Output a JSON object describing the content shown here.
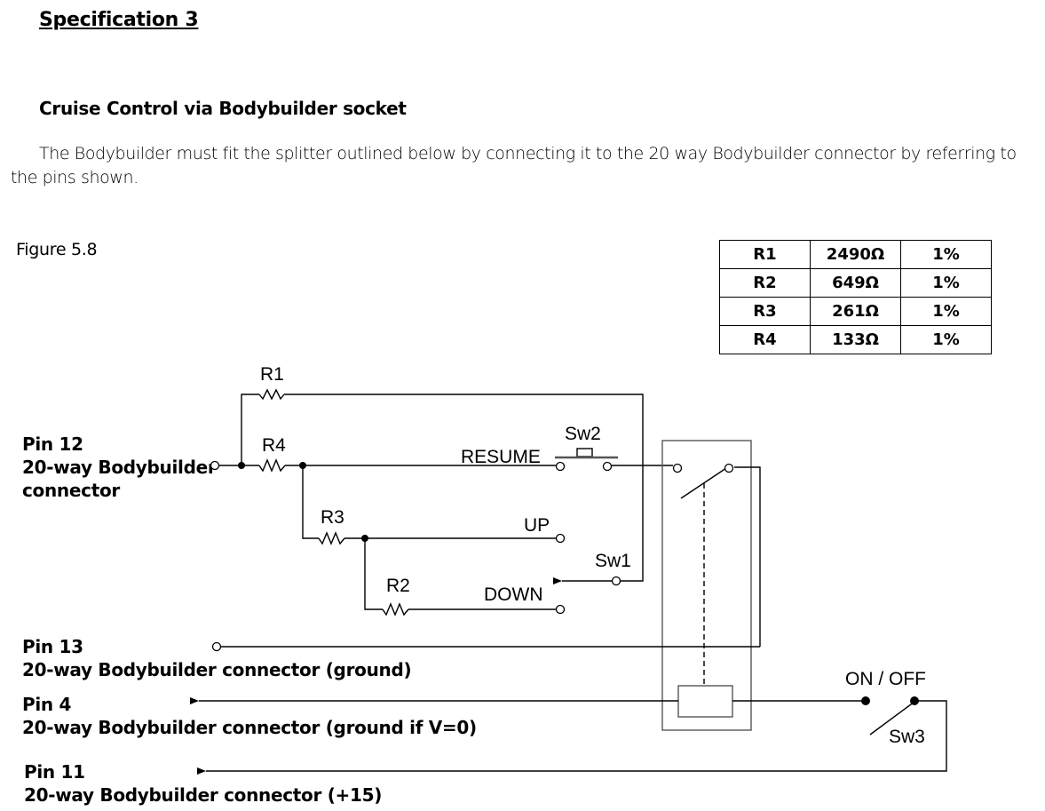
{
  "document": {
    "spec_title": "Specification 3",
    "section_title": "Cruise Control via Bodybuilder socket",
    "paragraph": "The Bodybuilder must fit the splitter outlined below by connecting it to the 20 way Bodybuilder connector by referring to the pins shown.",
    "figure_label": "Figure 5.8"
  },
  "resistor_table": {
    "rows": [
      {
        "name": "R1",
        "value": "2490Ω",
        "tolerance": "1%"
      },
      {
        "name": "R2",
        "value": "649Ω",
        "tolerance": "1%"
      },
      {
        "name": "R3",
        "value": "261Ω",
        "tolerance": "1%"
      },
      {
        "name": "R4",
        "value": "133Ω",
        "tolerance": "1%"
      }
    ]
  },
  "pins": {
    "pin12": {
      "title": "Pin 12",
      "line1": "20-way Bodybuilder",
      "line2": "connector"
    },
    "pin13": {
      "title": "Pin 13",
      "desc": "20-way Bodybuilder connector (ground)"
    },
    "pin4": {
      "title": "Pin 4",
      "desc": "20-way Bodybuilder connector (ground if V=0)"
    },
    "pin11": {
      "title": "Pin 11",
      "desc": "20-way Bodybuilder connector (+15)"
    }
  },
  "schematic": {
    "labels": {
      "r1": "R1",
      "r2": "R2",
      "r3": "R3",
      "r4": "R4",
      "resume": "RESUME",
      "up": "UP",
      "down": "DOWN",
      "sw1": "Sw1",
      "sw2": "Sw2",
      "sw3": "Sw3",
      "on_off": "ON / OFF"
    }
  }
}
